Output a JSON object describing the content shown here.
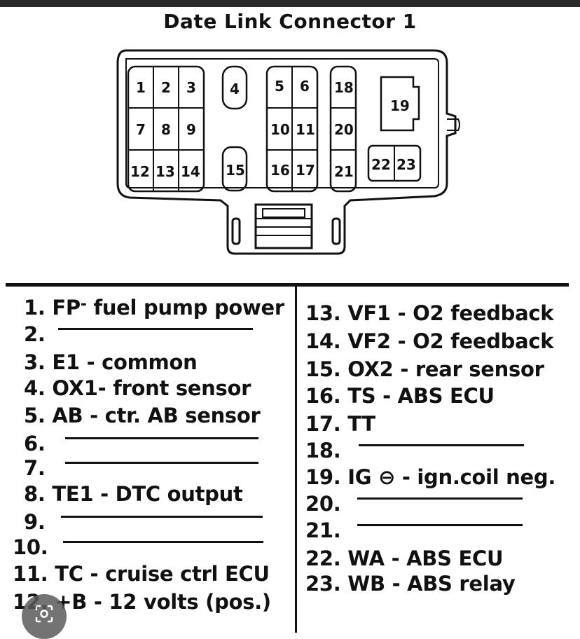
{
  "title": "Date Link Connector 1",
  "connector_pins": {
    "p1": "1",
    "p2": "2",
    "p3": "3",
    "p4": "4",
    "p5": "5",
    "p6": "6",
    "p7": "7",
    "p8": "8",
    "p9": "9",
    "p10": "10",
    "p11": "11",
    "p12": "12",
    "p13": "13",
    "p14": "14",
    "p15": "15",
    "p16": "16",
    "p17": "17",
    "p18": "18",
    "p19": "19",
    "p20": "20",
    "p21": "21",
    "p22": "22",
    "p23": "23"
  },
  "left_list": [
    {
      "num": "1.",
      "text": "FP",
      "sep": "-",
      "text2": "fuel pump power"
    },
    {
      "num": "2.",
      "text": ""
    },
    {
      "num": "3.",
      "text": "E1 - common"
    },
    {
      "num": "4.",
      "text": "OX1- front sensor"
    },
    {
      "num": "5.",
      "text": "AB - ctr. AB sensor"
    },
    {
      "num": "6.",
      "text": ""
    },
    {
      "num": "7.",
      "text": ""
    },
    {
      "num": "8.",
      "text": "TE1 -  DTC output"
    },
    {
      "num": "9.",
      "text": ""
    },
    {
      "num": "10.",
      "text": ""
    },
    {
      "num": "11.",
      "text": "TC - cruise ctrl ECU"
    },
    {
      "num": "12.",
      "text": "+B - 12 volts (pos.)"
    }
  ],
  "right_list": [
    {
      "num": "13.",
      "text": "VF1 - O2 feedback"
    },
    {
      "num": "14.",
      "text": "VF2 - O2 feedback"
    },
    {
      "num": "15.",
      "text": "OX2 - rear sensor"
    },
    {
      "num": "16.",
      "text": "TS - ABS ECU"
    },
    {
      "num": "17.",
      "text": "TT"
    },
    {
      "num": "18.",
      "text": ""
    },
    {
      "num": "19.",
      "text": "IG",
      "symbol": "⊖",
      "text2": "- ign.coil neg."
    },
    {
      "num": "20.",
      "text": ""
    },
    {
      "num": "21.",
      "text": ""
    },
    {
      "num": "22.",
      "text": "WA - ABS ECU"
    },
    {
      "num": "23.",
      "text": "WB -  ABS relay"
    }
  ],
  "icons": {
    "lens": "camera-search-icon"
  }
}
